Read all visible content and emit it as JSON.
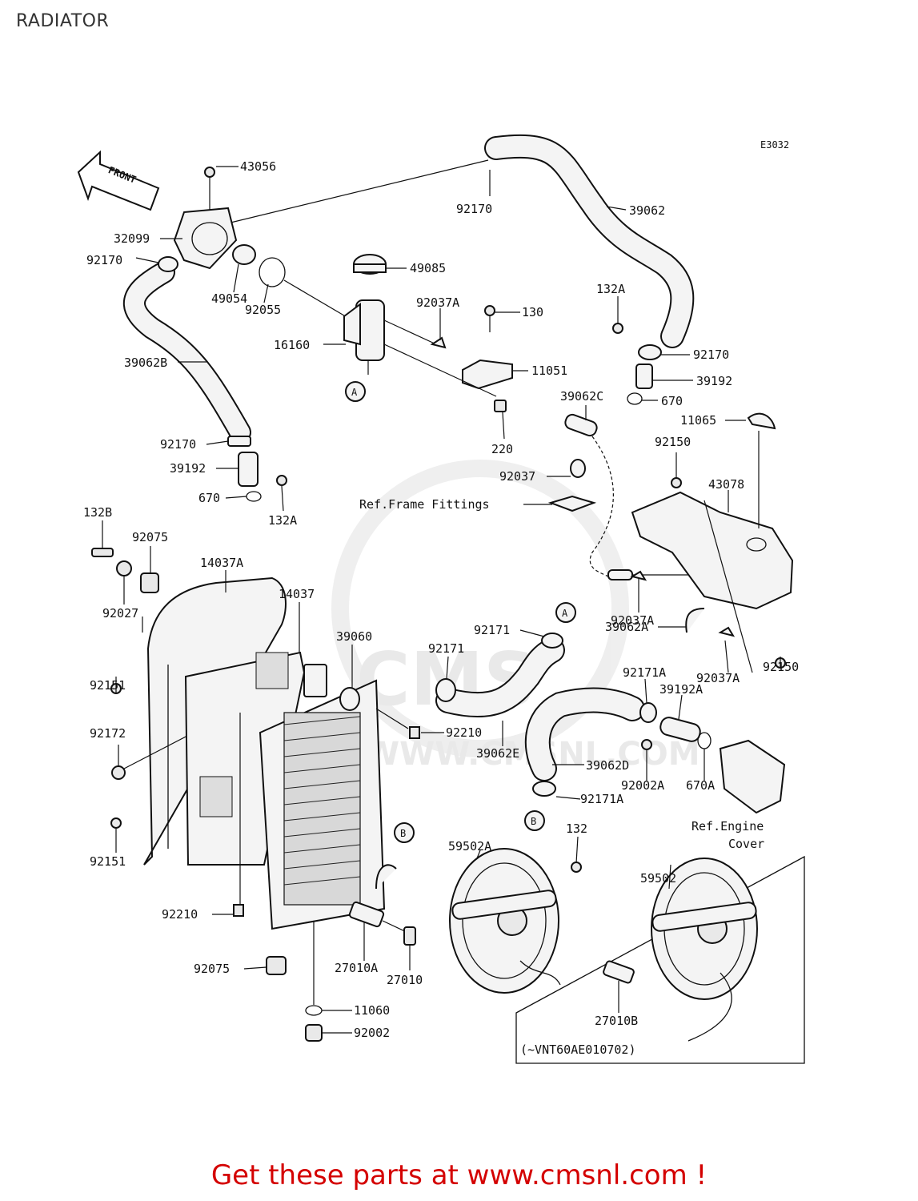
{
  "title": "RADIATOR",
  "diagram_code": "E3032",
  "front_label": "FRONT",
  "footer": "Get these parts at www.cmsnl.com !",
  "watermark": {
    "brand": "CMS",
    "url": "WWW.CMSNL.COM"
  },
  "callouts": {
    "c43056": "43056",
    "c32099": "32099",
    "c92170_a": "92170",
    "c49054": "49054",
    "c92055": "92055",
    "c49085": "49085",
    "c92037a_a": "92037A",
    "c130": "130",
    "c16160": "16160",
    "c11051": "11051",
    "c220": "220",
    "c92170_b": "92170",
    "c39062": "39062",
    "c132a_a": "132A",
    "c92170_c": "92170",
    "c39192_a": "39192",
    "c670_a": "670",
    "c11065": "11065",
    "c39062c": "39062C",
    "c92150_a": "92150",
    "c43078": "43078",
    "c39062b": "39062B",
    "c92170_d": "92170",
    "c39192_b": "39192",
    "c670_b": "670",
    "c132a_b": "132A",
    "c92037": "92037",
    "ref_frame": "Ref.Frame Fittings",
    "c132b": "132B",
    "c92075_a": "92075",
    "c14037a": "14037A",
    "c92027": "92027",
    "c14037": "14037",
    "c39060": "39060",
    "c92037a_b": "92037A",
    "c92171_a": "92171",
    "c39062a": "39062A",
    "c92150_b": "92150",
    "c92037a_c": "92037A",
    "c92151_a": "92151",
    "c92171_b": "92171",
    "c92171a_a": "92171A",
    "c39192a": "39192A",
    "c92210_a": "92210",
    "c92172": "92172",
    "c39062e": "39062E",
    "c39062d": "39062D",
    "c92002a": "92002A",
    "c670a": "670A",
    "c92171a_b": "92171A",
    "ref_engine_1": "Ref.Engine",
    "ref_engine_2": "Cover",
    "c92151_b": "92151",
    "c132": "132",
    "c59502a": "59502A",
    "c59502": "59502",
    "c92210_b": "92210",
    "c27010a": "27010A",
    "c27010": "27010",
    "c92075_b": "92075",
    "c11060": "11060",
    "c92002": "92002",
    "c27010b": "27010B",
    "serial_note": "(~VNT60AE010702)"
  },
  "ref_markers": {
    "a": "A",
    "b": "B"
  }
}
